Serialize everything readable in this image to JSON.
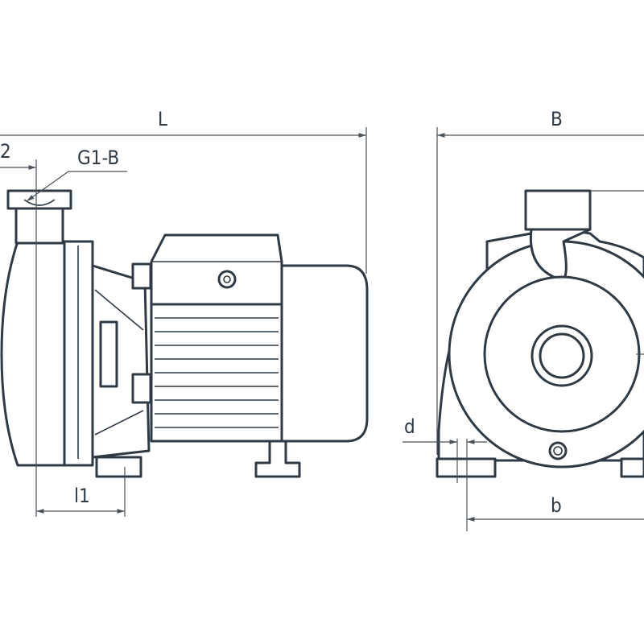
{
  "title": "Pump dimensional drawing",
  "colors": {
    "line": "#2f3a44",
    "background": "#ffffff"
  },
  "dimensions": {
    "L": "L",
    "l2": "2",
    "thread": "G1-B",
    "B": "B",
    "d": "d",
    "l1": "l1",
    "b": "b"
  }
}
